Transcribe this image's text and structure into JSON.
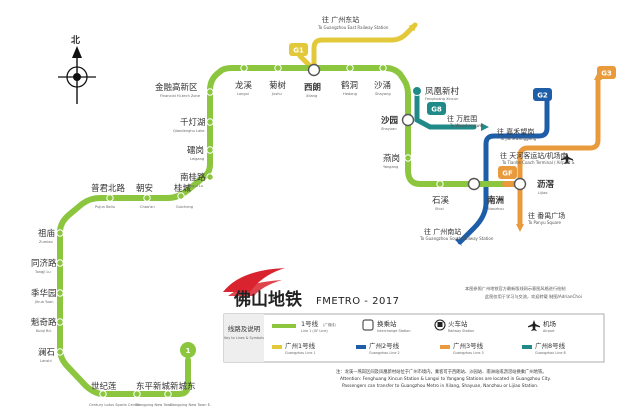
{
  "colors": {
    "line1": "#8cc63f",
    "g1": "#e3c93a",
    "g2": "#1e5ea8",
    "g3": "#e89a3c",
    "g8": "#1f8a87",
    "gf": "#e89a3c",
    "brand_red": "#d9232e"
  },
  "compass": {
    "label": "北"
  },
  "lines": {
    "line1": {
      "badge": "1"
    },
    "g1": {
      "badge": "G1"
    },
    "g2": {
      "badge": "G2"
    },
    "g3": {
      "badge": "G3"
    },
    "g8": {
      "badge": "G8"
    },
    "gf": {
      "badge": "GF"
    }
  },
  "stations": {
    "xincheng_dong": {
      "zh": "新城东",
      "en": "Dongping New Town E."
    },
    "dongping_xincheng": {
      "zh": "东平新城",
      "en": "Dongping New Town"
    },
    "shijilian": {
      "zh": "世纪莲",
      "en": "Century Lotus Sports Center"
    },
    "lanshi": {
      "zh": "澜石",
      "en": "Lanshi"
    },
    "kuijiaolu": {
      "zh": "魁奇路",
      "en": "Kuiqi Rd."
    },
    "jihuayuan": {
      "zh": "季华园",
      "en": "Jihua Yuan"
    },
    "tongjilu": {
      "zh": "同济路",
      "en": "Tongji Lu"
    },
    "zumiao": {
      "zh": "祖庙",
      "en": "Zumiao"
    },
    "pujinbeilu": {
      "zh": "普君北路",
      "en": "Pujun Beilu"
    },
    "chaoan": {
      "zh": "朝安",
      "en": "Chao'an"
    },
    "guicheng": {
      "zh": "桂城",
      "en": "Guicheng"
    },
    "nanguilu": {
      "zh": "南桂路",
      "en": "Nangui Lu"
    },
    "leigang": {
      "zh": "礌岗",
      "en": "Leigang"
    },
    "qiandenghu": {
      "zh": "千灯湖",
      "en": "Qiandenghu Lake"
    },
    "jinronggaoxin": {
      "zh": "金融高新区",
      "en": "Financial Hi-tech Zone"
    },
    "longxi": {
      "zh": "龙溪",
      "en": "Longxi"
    },
    "jushu": {
      "zh": "菊树",
      "en": "Jushu"
    },
    "xilang": {
      "zh": "西朗",
      "en": "Xilang"
    },
    "hedong": {
      "zh": "鹤洞",
      "en": "Hedong"
    },
    "shayong": {
      "zh": "沙涌",
      "en": "Shayong"
    },
    "fenghuangxincun": {
      "zh": "凤凰新村",
      "en": "Fenghuang Xincun"
    },
    "shayuan": {
      "zh": "沙园",
      "en": "Shayuan"
    },
    "yangang": {
      "zh": "燕岗",
      "en": "Yangang"
    },
    "shixi": {
      "zh": "石溪",
      "en": "Shixi"
    },
    "nanzhou": {
      "zh": "南洲",
      "en": "Nanzhou"
    },
    "lijiao": {
      "zh": "沥滘",
      "en": "Lijiao"
    },
    "gz_east": {
      "zh": "往 广州东站",
      "en": "To Guangzhou East Railway Station"
    },
    "wanshengwei": {
      "zh": "往 万胜围",
      "en": "To Wanshengwei"
    },
    "jiahewanggang": {
      "zh": "往 嘉禾望岗",
      "en": "To Jiahewanggang"
    },
    "tianhe_bus": {
      "zh": "往 天河客运站/机场南",
      "en": "To Tianhe Coach Terminal / Airport S."
    },
    "panyu_square": {
      "zh": "往 番禺广场",
      "en": "To Panyu Square"
    },
    "gz_south": {
      "zh": "往 广州南站",
      "en": "To Guangzhou South Railway Station"
    }
  },
  "brand": {
    "title_zh": "佛山地铁",
    "title_en": "FMETRO - 2017",
    "credit_1": "本图参照广州地铁官方最新版线网示意图风格进行绘制",
    "credit_2": "此图仅用于学习与交流，欢迎转载  制图/AdrianChoi"
  },
  "legend": {
    "key_zh": "线路及说明",
    "key_en": "Key to Lines & Symbols",
    "line1_zh": "1号线",
    "line1_zh_sub": "(广佛线)",
    "line1_en": "Line 1 (GF Line)",
    "interchange_zh": "换乘站",
    "interchange_en": "Interchange Station",
    "railway_zh": "火车站",
    "railway_en": "Railway Station",
    "airport_zh": "机场",
    "airport_en": "Airport",
    "gz1_zh": "广州1号线",
    "gz1_en": "Guangzhou Line 1",
    "gz2_zh": "广州2号线",
    "gz2_en": "Guangzhou Line 2",
    "gz3_zh": "广州3号线",
    "gz3_en": "Guangzhou Line 3",
    "gz8_zh": "广州8号线",
    "gz8_en": "Guangzhou Line 8"
  },
  "notes": {
    "n1": "注：龙溪—燕岗区间及凤凰新村站位于广州市境内，乘客可于西朗站、沙园站、南洲站或沥滘站换乘广州地铁。",
    "n2": "Attention: Fenghuang Xincun Station & Longxi to Yangang Stations are located in Guangzhou City.",
    "n3": "Passengers can transfer to Guangzhou Metro in Xilang, Shayuan, Nanzhou or Lijiao Station."
  }
}
